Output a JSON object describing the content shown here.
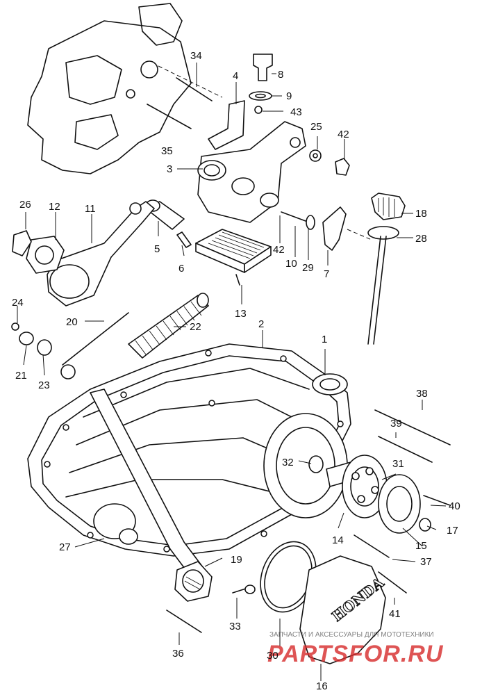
{
  "diagram": {
    "part_labels": [
      "1",
      "2",
      "3",
      "4",
      "5",
      "6",
      "7",
      "8",
      "9",
      "10",
      "11",
      "12",
      "13",
      "14",
      "15",
      "16",
      "17",
      "18",
      "19",
      "20",
      "21",
      "22",
      "23",
      "24",
      "25",
      "26",
      "27",
      "28",
      "29",
      "30",
      "31",
      "32",
      "33",
      "34",
      "35",
      "36",
      "37",
      "38",
      "39",
      "40",
      "41",
      "42",
      "42",
      "43"
    ],
    "cover_logo_text": "HONDA",
    "watermark_caption": "ЗАПЧАСТИ И АКСЕССУАРЫ ДЛЯ МОТОТЕХНИКИ",
    "watermark_brand": "PARTSFOR.RU",
    "colors": {
      "ink": "#111111",
      "paper": "#ffffff",
      "watermark": "#d62a2a"
    }
  }
}
